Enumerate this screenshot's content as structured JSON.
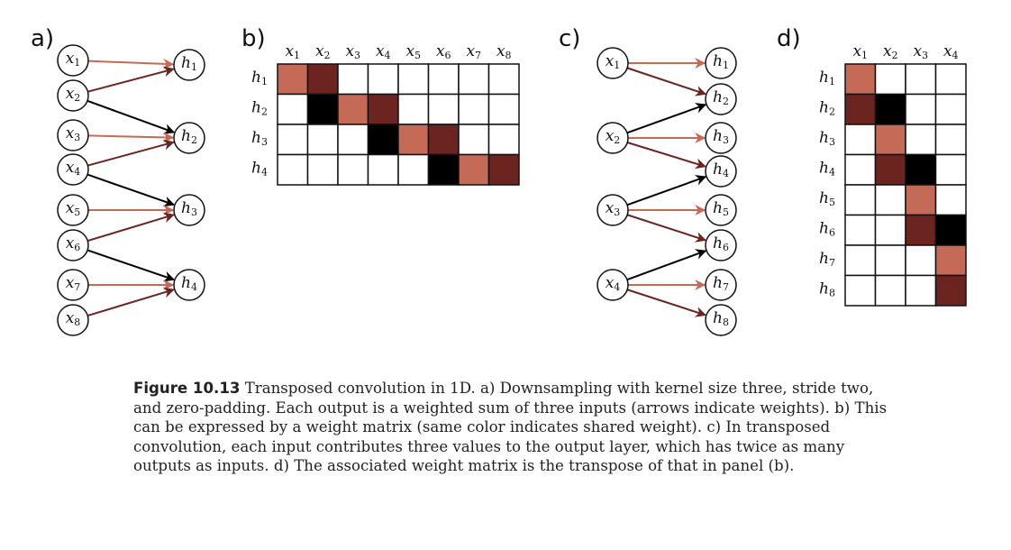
{
  "colors": {
    "light": "#c46a57",
    "dark": "#6b2420",
    "black": "#000000",
    "empty": "#ffffff"
  },
  "panels": {
    "a": {
      "label": "a)",
      "inputs": [
        "x1",
        "x2",
        "x3",
        "x4",
        "x5",
        "x6",
        "x7",
        "x8"
      ],
      "outputs": [
        "h1",
        "h2",
        "h3",
        "h4"
      ],
      "edges": [
        {
          "from": 0,
          "to": 0,
          "w": "light"
        },
        {
          "from": 1,
          "to": 0,
          "w": "dark"
        },
        {
          "from": 1,
          "to": 1,
          "w": "black"
        },
        {
          "from": 2,
          "to": 1,
          "w": "light"
        },
        {
          "from": 3,
          "to": 1,
          "w": "dark"
        },
        {
          "from": 3,
          "to": 2,
          "w": "black"
        },
        {
          "from": 4,
          "to": 2,
          "w": "light"
        },
        {
          "from": 5,
          "to": 2,
          "w": "dark"
        },
        {
          "from": 5,
          "to": 3,
          "w": "black"
        },
        {
          "from": 6,
          "to": 3,
          "w": "light"
        },
        {
          "from": 7,
          "to": 3,
          "w": "dark"
        }
      ]
    },
    "b": {
      "label": "b)",
      "cols": [
        "x1",
        "x2",
        "x3",
        "x4",
        "x5",
        "x6",
        "x7",
        "x8"
      ],
      "rows": [
        "h1",
        "h2",
        "h3",
        "h4"
      ],
      "matrix": [
        [
          "light",
          "dark",
          "empty",
          "empty",
          "empty",
          "empty",
          "empty",
          "empty"
        ],
        [
          "empty",
          "black",
          "light",
          "dark",
          "empty",
          "empty",
          "empty",
          "empty"
        ],
        [
          "empty",
          "empty",
          "empty",
          "black",
          "light",
          "dark",
          "empty",
          "empty"
        ],
        [
          "empty",
          "empty",
          "empty",
          "empty",
          "empty",
          "black",
          "light",
          "dark"
        ]
      ]
    },
    "c": {
      "label": "c)",
      "inputs": [
        "x1",
        "x2",
        "x3",
        "x4"
      ],
      "outputs": [
        "h1",
        "h2",
        "h3",
        "h4",
        "h5",
        "h6",
        "h7",
        "h8"
      ],
      "edges": [
        {
          "from": 0,
          "to": 0,
          "w": "light"
        },
        {
          "from": 0,
          "to": 1,
          "w": "dark"
        },
        {
          "from": 1,
          "to": 1,
          "w": "black"
        },
        {
          "from": 1,
          "to": 2,
          "w": "light"
        },
        {
          "from": 1,
          "to": 3,
          "w": "dark"
        },
        {
          "from": 2,
          "to": 3,
          "w": "black"
        },
        {
          "from": 2,
          "to": 4,
          "w": "light"
        },
        {
          "from": 2,
          "to": 5,
          "w": "dark"
        },
        {
          "from": 3,
          "to": 5,
          "w": "black"
        },
        {
          "from": 3,
          "to": 6,
          "w": "light"
        },
        {
          "from": 3,
          "to": 7,
          "w": "dark"
        }
      ]
    },
    "d": {
      "label": "d)",
      "cols": [
        "x1",
        "x2",
        "x3",
        "x4"
      ],
      "rows": [
        "h1",
        "h2",
        "h3",
        "h4",
        "h5",
        "h6",
        "h7",
        "h8"
      ],
      "matrix": [
        [
          "light",
          "empty",
          "empty",
          "empty"
        ],
        [
          "dark",
          "black",
          "empty",
          "empty"
        ],
        [
          "empty",
          "light",
          "empty",
          "empty"
        ],
        [
          "empty",
          "dark",
          "black",
          "empty"
        ],
        [
          "empty",
          "empty",
          "light",
          "empty"
        ],
        [
          "empty",
          "empty",
          "dark",
          "black"
        ],
        [
          "empty",
          "empty",
          "empty",
          "light"
        ],
        [
          "empty",
          "empty",
          "empty",
          "dark"
        ]
      ]
    }
  },
  "caption": {
    "figure": "Figure 10.13",
    "text": " Transposed convolution in 1D. a) Downsampling with kernel size three, stride two, and zero-padding.  Each output is a weighted sum of three inputs (arrows indicate weights).  b) This can be expressed by a weight matrix (same color indicates shared weight).  c) In transposed convolution, each input contributes three values to the output layer, which has twice as many outputs as inputs.  d) The associated weight matrix is the transpose of that in panel (b)."
  }
}
